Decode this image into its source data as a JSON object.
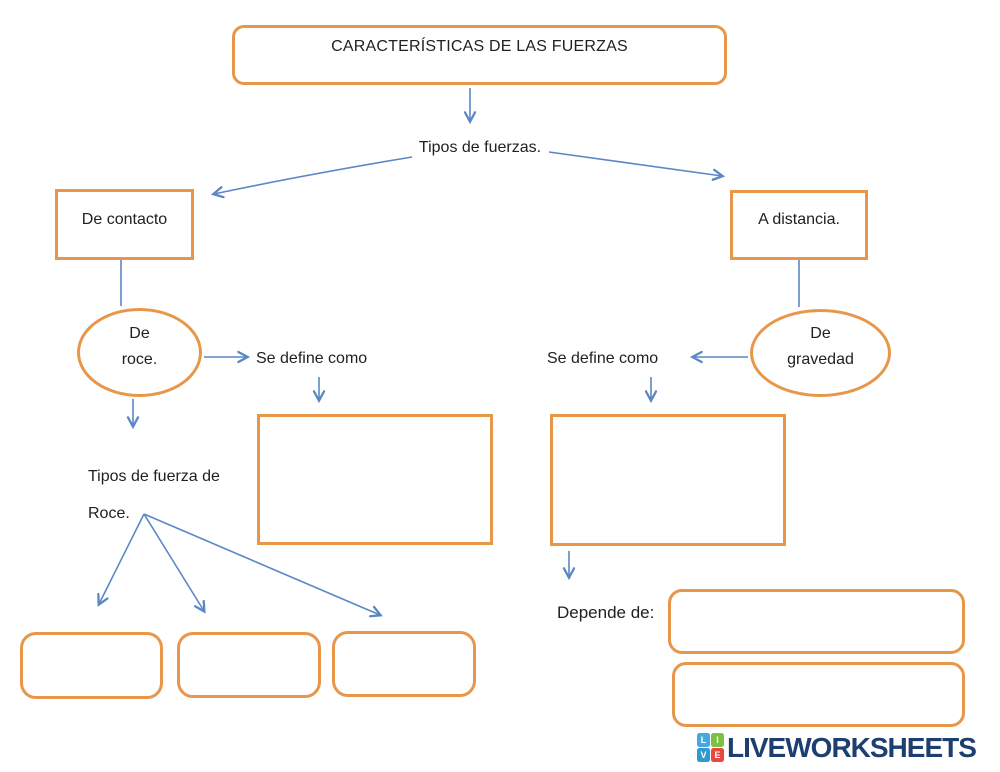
{
  "colors": {
    "shape_border": "#E8964A",
    "connector": "#5B87C5",
    "text": "#212121",
    "logo_text": "#1C3E70"
  },
  "diagram": {
    "title": "CARACTERÍSTICAS DE LAS FUERZAS",
    "root_label": "Tipos de fuerzas.",
    "contact_branch": {
      "label": "De contacto",
      "subtype_line1": "De",
      "subtype_line2": "roce.",
      "define_label": "Se define como",
      "definition_value": "",
      "types_heading_line1": "Tipos de fuerza de",
      "types_heading_line2": "Roce.",
      "type_values": [
        "",
        "",
        ""
      ]
    },
    "distance_branch": {
      "label": "A distancia.",
      "subtype_line1": "De",
      "subtype_line2": "gravedad",
      "define_label": "Se define como",
      "definition_value": "",
      "depends_label": "Depende de:",
      "depends_values": [
        "",
        ""
      ]
    }
  },
  "logo": {
    "text": "LIVEWORKSHEETS",
    "squares": [
      {
        "letter": "L",
        "color": "#45A8DF"
      },
      {
        "letter": "I",
        "color": "#7CC143"
      },
      {
        "letter": "V",
        "color": "#2E9AD0"
      },
      {
        "letter": "E",
        "color": "#E8473F"
      }
    ]
  }
}
